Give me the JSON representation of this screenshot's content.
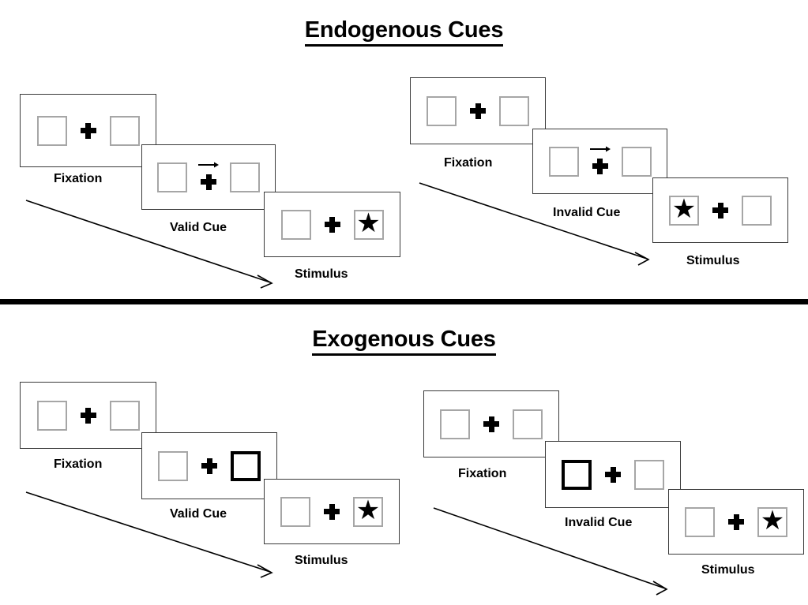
{
  "sections": [
    {
      "id": "endogenous",
      "title": "Endogenous Cues",
      "sequences": [
        {
          "id": "endogenous-valid",
          "frames": [
            {
              "label": "Fixation",
              "cue": "none",
              "left_box": "empty",
              "right_box": "empty"
            },
            {
              "label": "Valid Cue",
              "cue": "arrow-right",
              "left_box": "empty",
              "right_box": "empty"
            },
            {
              "label": "Stimulus",
              "cue": "none",
              "left_box": "empty",
              "right_box": "star"
            }
          ]
        },
        {
          "id": "endogenous-invalid",
          "frames": [
            {
              "label": "Fixation",
              "cue": "none",
              "left_box": "empty",
              "right_box": "empty"
            },
            {
              "label": "Invalid Cue",
              "cue": "arrow-right",
              "left_box": "empty",
              "right_box": "empty"
            },
            {
              "label": "Stimulus",
              "cue": "none",
              "left_box": "star",
              "right_box": "empty"
            }
          ]
        }
      ]
    },
    {
      "id": "exogenous",
      "title": "Exogenous Cues",
      "sequences": [
        {
          "id": "exogenous-valid",
          "frames": [
            {
              "label": "Fixation",
              "cue": "none",
              "left_box": "empty",
              "right_box": "empty"
            },
            {
              "label": "Valid Cue",
              "cue": "none",
              "left_box": "empty",
              "right_box": "highlight"
            },
            {
              "label": "Stimulus",
              "cue": "none",
              "left_box": "empty",
              "right_box": "star"
            }
          ]
        },
        {
          "id": "exogenous-invalid",
          "frames": [
            {
              "label": "Fixation",
              "cue": "none",
              "left_box": "empty",
              "right_box": "empty"
            },
            {
              "label": "Invalid Cue",
              "cue": "none",
              "left_box": "highlight",
              "right_box": "empty"
            },
            {
              "label": "Stimulus",
              "cue": "none",
              "left_box": "empty",
              "right_box": "star"
            }
          ]
        }
      ]
    }
  ],
  "icons": {
    "star": "★",
    "fixation_cross": "fixation-cross-icon",
    "arrow_cue": "arrow-right-cue-icon",
    "flow_arrow": "time-flow-arrow-icon"
  },
  "colors": {
    "ink": "#000000",
    "panel_border": "#3a3a3a",
    "box_border": "#a6a6a6",
    "cued_box_border": "#000000",
    "background": "#ffffff"
  },
  "labels": {
    "endogenous_title": "Endogenous Cues",
    "exogenous_title": "Exogenous Cues",
    "fixation": "Fixation",
    "valid_cue": "Valid Cue",
    "invalid_cue": "Invalid Cue",
    "stimulus": "Stimulus"
  }
}
